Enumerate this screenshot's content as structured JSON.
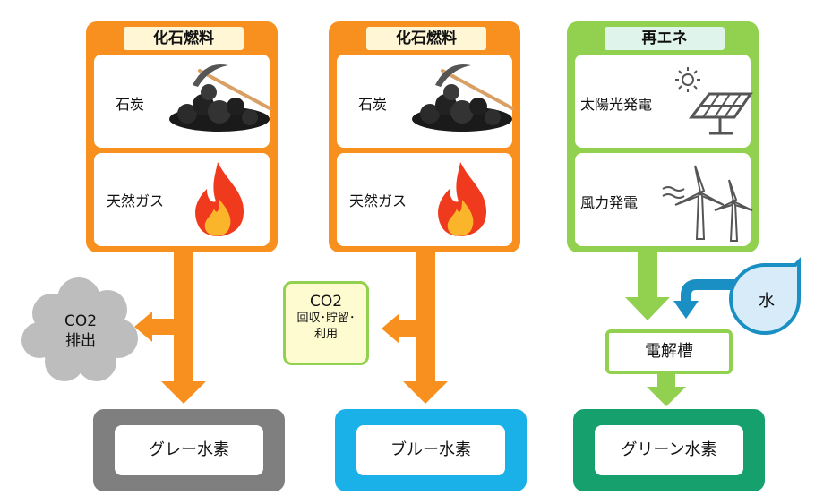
{
  "colors": {
    "orange": "#f7901e",
    "green": "#92d050",
    "gray_cloud": "#bdbdbd",
    "grey_h2": "#7f7f7f",
    "blue_h2": "#1ab0e8",
    "green_h2": "#16a06e",
    "water": "#1a8fc4"
  },
  "columns": [
    {
      "title": "化石燃料",
      "items": [
        {
          "label": "石炭",
          "icon": "coal-pickaxe-icon"
        },
        {
          "label": "天然ガス",
          "icon": "flame-icon"
        }
      ],
      "output": "グレー水素",
      "side": {
        "line1": "CO2",
        "line2": "排出"
      }
    },
    {
      "title": "化石燃料",
      "items": [
        {
          "label": "石炭",
          "icon": "coal-pickaxe-icon"
        },
        {
          "label": "天然ガス",
          "icon": "flame-icon"
        }
      ],
      "output": "ブルー水素",
      "side": {
        "line1": "CO2",
        "line2": "回収･貯留･",
        "line3": "利用"
      }
    },
    {
      "title": "再エネ",
      "items": [
        {
          "label": "太陽光発電",
          "icon": "solar-panel-icon"
        },
        {
          "label": "風力発電",
          "icon": "wind-turbine-icon"
        }
      ],
      "output": "グリーン水素",
      "process": "電解槽",
      "input": "水"
    }
  ]
}
